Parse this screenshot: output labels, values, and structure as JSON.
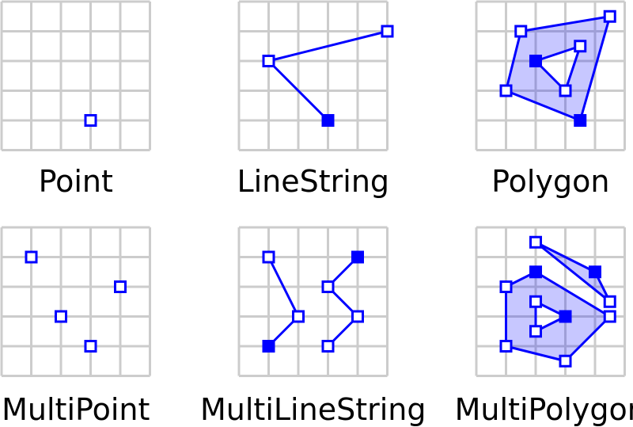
{
  "colors": {
    "grid": "#cccccc",
    "geometry": "#0000ff",
    "fill": "rgba(0,0,255,0.22)",
    "text": "#000000"
  },
  "panels": [
    {
      "id": "point",
      "label": "Point",
      "points": [
        {
          "col": 3,
          "row": 4,
          "solid": false
        }
      ],
      "lines": [],
      "polygons": []
    },
    {
      "id": "linestring",
      "label": "LineString",
      "points": [],
      "lines": [
        [
          {
            "col": 5,
            "row": 1,
            "solid": false
          },
          {
            "col": 1,
            "row": 2,
            "solid": false
          },
          {
            "col": 3,
            "row": 4,
            "solid": true
          }
        ]
      ],
      "polygons": []
    },
    {
      "id": "polygon",
      "label": "Polygon",
      "points": [],
      "lines": [],
      "polygons": [
        {
          "exterior": [
            {
              "col": 1.5,
              "row": 1,
              "solid": false
            },
            {
              "col": 4.5,
              "row": 0.5,
              "solid": false
            },
            {
              "col": 3.5,
              "row": 4,
              "solid": true
            },
            {
              "col": 1,
              "row": 3,
              "solid": false
            }
          ],
          "holes": [
            [
              {
                "col": 2,
                "row": 2,
                "solid": true
              },
              {
                "col": 3.5,
                "row": 1.5,
                "solid": false
              },
              {
                "col": 3,
                "row": 3,
                "solid": false
              }
            ]
          ]
        }
      ]
    },
    {
      "id": "multipoint",
      "label": "MultiPoint",
      "points": [
        {
          "col": 1,
          "row": 1,
          "solid": false
        },
        {
          "col": 4,
          "row": 2,
          "solid": false
        },
        {
          "col": 2,
          "row": 3,
          "solid": false
        },
        {
          "col": 3,
          "row": 4,
          "solid": false
        }
      ],
      "lines": [],
      "polygons": []
    },
    {
      "id": "multilinestring",
      "label": "MultiLineString",
      "points": [],
      "lines": [
        [
          {
            "col": 1,
            "row": 1,
            "solid": false
          },
          {
            "col": 2,
            "row": 3,
            "solid": false
          },
          {
            "col": 1,
            "row": 4,
            "solid": true
          }
        ],
        [
          {
            "col": 4,
            "row": 1,
            "solid": true
          },
          {
            "col": 3,
            "row": 2,
            "solid": false
          },
          {
            "col": 4,
            "row": 3,
            "solid": false
          },
          {
            "col": 3,
            "row": 4,
            "solid": false
          }
        ]
      ],
      "polygons": []
    },
    {
      "id": "multipolygon",
      "label": "MultiPolygon",
      "points": [],
      "lines": [],
      "polygons": [
        {
          "exterior": [
            {
              "col": 2,
              "row": 0.5,
              "solid": false
            },
            {
              "col": 4,
              "row": 1.5,
              "solid": true
            },
            {
              "col": 4.5,
              "row": 2.5,
              "solid": false
            }
          ],
          "holes": []
        },
        {
          "exterior": [
            {
              "col": 2,
              "row": 1.5,
              "solid": true
            },
            {
              "col": 1,
              "row": 2,
              "solid": false
            },
            {
              "col": 1,
              "row": 4,
              "solid": false
            },
            {
              "col": 3,
              "row": 4.5,
              "solid": false
            },
            {
              "col": 4.5,
              "row": 3,
              "solid": false
            }
          ],
          "holes": [
            [
              {
                "col": 2,
                "row": 2.5,
                "solid": false
              },
              {
                "col": 3,
                "row": 3,
                "solid": true
              },
              {
                "col": 2,
                "row": 3.5,
                "solid": false
              }
            ]
          ]
        }
      ]
    }
  ]
}
